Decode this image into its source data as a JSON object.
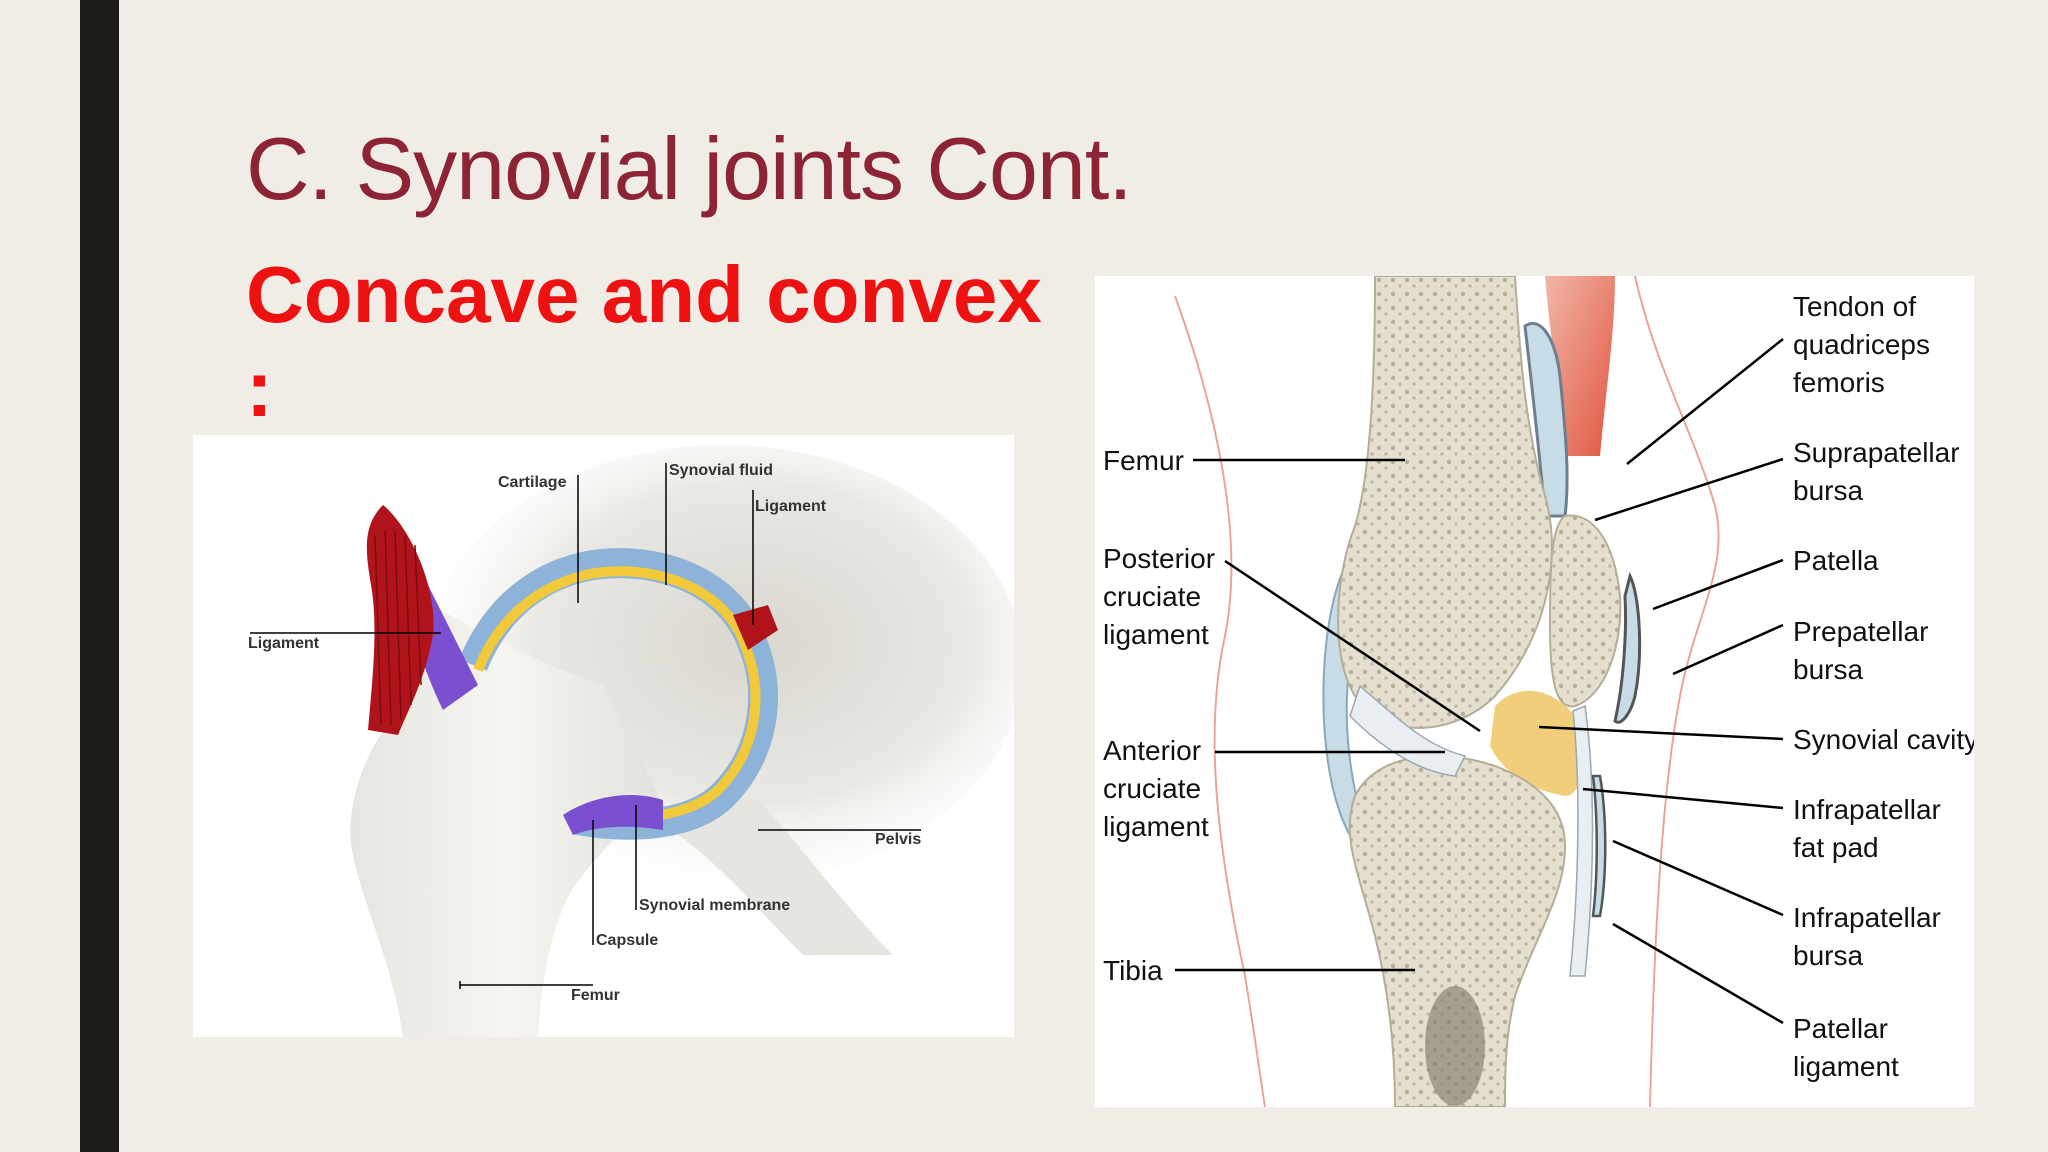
{
  "slide": {
    "title": "C. Synovial joints Cont.",
    "subtitle_line1": "Concave and convex",
    "subtitle_line2": ":"
  },
  "hip_diagram": {
    "labels": {
      "cartilage": "Cartilage",
      "synovial_fluid": "Synovial fluid",
      "ligament_right": "Ligament",
      "ligament_left": "Ligament",
      "pelvis": "Pelvis",
      "synovial_membrane": "Synovial membrane",
      "capsule": "Capsule",
      "femur": "Femur"
    },
    "colors": {
      "ligament": "#b0141a",
      "cartilage": "#7a4fd0",
      "synovial_fluid": "#f2c93a",
      "capsule": "#8eb3d8"
    }
  },
  "knee_diagram": {
    "left_labels": {
      "femur": "Femur",
      "posterior_1": "Posterior",
      "posterior_2": "cruciate",
      "posterior_3": "ligament",
      "anterior_1": "Anterior",
      "anterior_2": "cruciate",
      "anterior_3": "ligament",
      "tibia": "Tibia"
    },
    "right_labels": {
      "tendon_1": "Tendon of",
      "tendon_2": "quadriceps",
      "tendon_3": "femoris",
      "supra_1": "Suprapatellar",
      "supra_2": "bursa",
      "patella": "Patella",
      "prepatellar_1": "Prepatellar",
      "prepatellar_2": "bursa",
      "synovial_cavity": "Synovial cavity",
      "fatpad_1": "Infrapatellar",
      "fatpad_2": "fat pad",
      "infrabursa_1": "Infrapatellar",
      "infrabursa_2": "bursa",
      "patlig_1": "Patellar",
      "patlig_2": "ligament"
    }
  }
}
